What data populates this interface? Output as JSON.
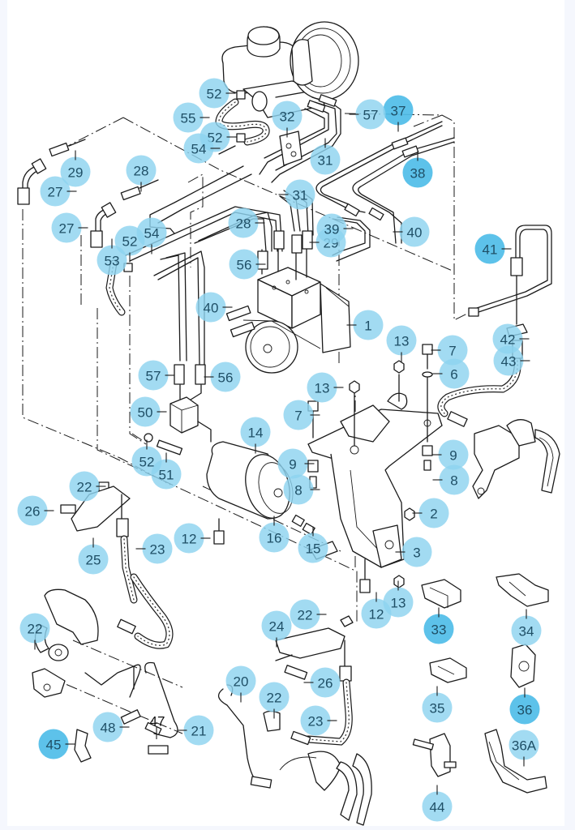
{
  "diagram": {
    "title": "ABS hydraulic unit, brake lines and brackets — exploded parts view",
    "type": "exploded-parts-diagram",
    "colors": {
      "callout_light": "#8ed3ef",
      "callout_dark": "#4fbde8",
      "callout_text": "#1f4f66",
      "line_art": "#1a1a1a",
      "background": "#ffffff"
    },
    "components": [
      "brake-master-cylinder",
      "brake-booster",
      "abs-hydraulic-unit",
      "abs-pump-motor",
      "mounting-bracket",
      "brake-caliper",
      "brake-hoses",
      "brake-lines",
      "line-clips"
    ],
    "callouts": [
      {
        "label": "1",
        "style": "light"
      },
      {
        "label": "2",
        "style": "light"
      },
      {
        "label": "3",
        "style": "light"
      },
      {
        "label": "6",
        "style": "light"
      },
      {
        "label": "7",
        "style": "light"
      },
      {
        "label": "7",
        "style": "light"
      },
      {
        "label": "8",
        "style": "light"
      },
      {
        "label": "8",
        "style": "light"
      },
      {
        "label": "9",
        "style": "light"
      },
      {
        "label": "9",
        "style": "light"
      },
      {
        "label": "12",
        "style": "light"
      },
      {
        "label": "12",
        "style": "light"
      },
      {
        "label": "13",
        "style": "light"
      },
      {
        "label": "13",
        "style": "light"
      },
      {
        "label": "13",
        "style": "light"
      },
      {
        "label": "14",
        "style": "light"
      },
      {
        "label": "15",
        "style": "light"
      },
      {
        "label": "16",
        "style": "light"
      },
      {
        "label": "20",
        "style": "light"
      },
      {
        "label": "21",
        "style": "light"
      },
      {
        "label": "22",
        "style": "light"
      },
      {
        "label": "22",
        "style": "light"
      },
      {
        "label": "22",
        "style": "light"
      },
      {
        "label": "22",
        "style": "light"
      },
      {
        "label": "23",
        "style": "light"
      },
      {
        "label": "23",
        "style": "light"
      },
      {
        "label": "24",
        "style": "light"
      },
      {
        "label": "25",
        "style": "light"
      },
      {
        "label": "26",
        "style": "light"
      },
      {
        "label": "26",
        "style": "light"
      },
      {
        "label": "27",
        "style": "light"
      },
      {
        "label": "27",
        "style": "light"
      },
      {
        "label": "28",
        "style": "light"
      },
      {
        "label": "28",
        "style": "light"
      },
      {
        "label": "29",
        "style": "light"
      },
      {
        "label": "29",
        "style": "light"
      },
      {
        "label": "31",
        "style": "light"
      },
      {
        "label": "31",
        "style": "light"
      },
      {
        "label": "32",
        "style": "light"
      },
      {
        "label": "33",
        "style": "dark"
      },
      {
        "label": "34",
        "style": "light"
      },
      {
        "label": "35",
        "style": "light"
      },
      {
        "label": "36",
        "style": "dark"
      },
      {
        "label": "36A",
        "style": "light"
      },
      {
        "label": "37",
        "style": "dark"
      },
      {
        "label": "38",
        "style": "dark"
      },
      {
        "label": "39",
        "style": "light"
      },
      {
        "label": "40",
        "style": "light"
      },
      {
        "label": "40",
        "style": "light"
      },
      {
        "label": "41",
        "style": "dark"
      },
      {
        "label": "42",
        "style": "light"
      },
      {
        "label": "43",
        "style": "light"
      },
      {
        "label": "44",
        "style": "light"
      },
      {
        "label": "45",
        "style": "dark"
      },
      {
        "label": "48",
        "style": "light"
      },
      {
        "label": "50",
        "style": "light"
      },
      {
        "label": "51",
        "style": "light"
      },
      {
        "label": "52",
        "style": "light"
      },
      {
        "label": "52",
        "style": "light"
      },
      {
        "label": "52",
        "style": "light"
      },
      {
        "label": "52",
        "style": "light"
      },
      {
        "label": "53",
        "style": "light"
      },
      {
        "label": "54",
        "style": "light"
      },
      {
        "label": "54",
        "style": "light"
      },
      {
        "label": "55",
        "style": "light"
      },
      {
        "label": "56",
        "style": "light"
      },
      {
        "label": "56",
        "style": "light"
      },
      {
        "label": "57",
        "style": "light"
      },
      {
        "label": "57",
        "style": "light"
      }
    ],
    "plain_labels": [
      {
        "label": "47"
      }
    ]
  }
}
